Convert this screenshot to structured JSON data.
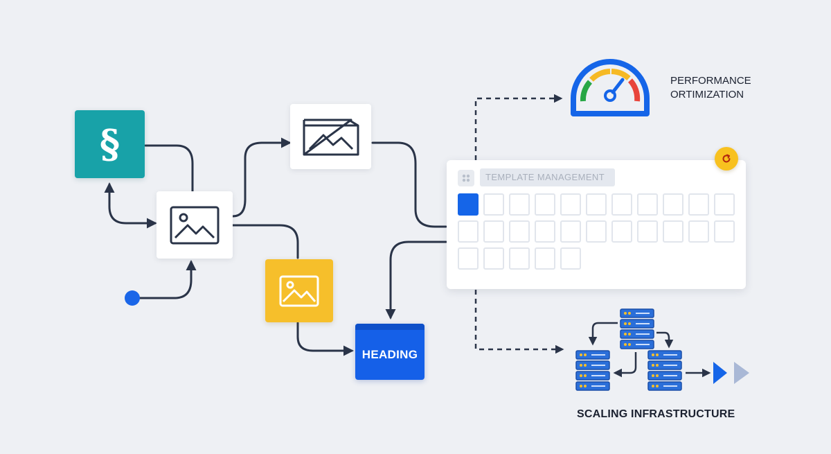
{
  "nodes": {
    "section": {
      "glyph": "§",
      "icon": "section-sign-icon",
      "color": "#18a2a8"
    },
    "image_center": {
      "icon": "image-icon"
    },
    "folder_image": {
      "icon": "image-folder-icon"
    },
    "image_yellow": {
      "icon": "image-icon",
      "color": "#f6bf2b"
    },
    "heading": {
      "label": "HEADING",
      "color": "#1560e8"
    }
  },
  "template_panel": {
    "title": "TEMPLATE MANAGEMENT",
    "grid_rows": [
      11,
      11,
      5
    ],
    "active_cells": [
      0
    ],
    "badge_icon": "refresh-icon"
  },
  "performance": {
    "label_line1": "PERFORMANCE",
    "label_line2": "ORTIMIZATION",
    "icon": "speedometer-gauge-icon"
  },
  "scaling": {
    "label": "SCALING INFRASTRUCTURE",
    "icon": "server-stack-icon"
  },
  "colors": {
    "accent": "#1565e8",
    "wire": "#2a3448",
    "teal": "#18a2a8",
    "yellow": "#f6bf2b",
    "gauge_red": "#e8453c",
    "gauge_yellow": "#f6b924",
    "gauge_green": "#28a745",
    "gauge_blue": "#1565e8"
  }
}
